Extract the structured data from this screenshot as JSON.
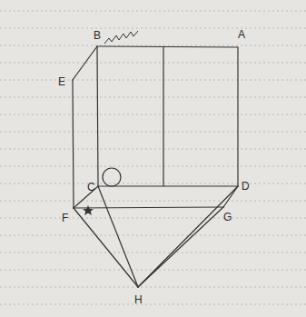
{
  "diagram": {
    "labels": [
      "B",
      "A",
      "E",
      "C",
      "D",
      "F",
      "G",
      "H"
    ]
  }
}
